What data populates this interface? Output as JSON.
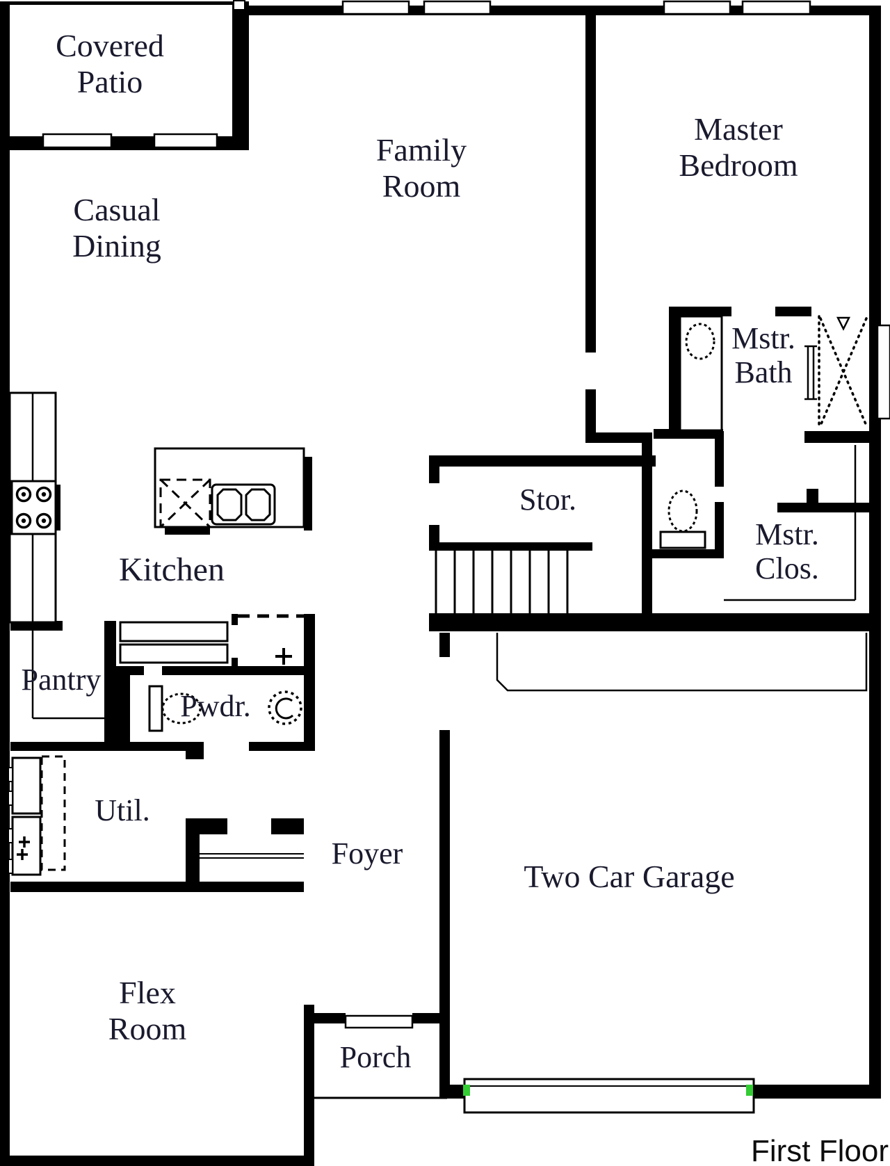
{
  "plan": {
    "title": "First Floor",
    "rooms": {
      "covered_patio": {
        "line1": "Covered",
        "line2": "Patio"
      },
      "casual_dining": {
        "line1": "Casual",
        "line2": "Dining"
      },
      "family_room": {
        "line1": "Family",
        "line2": "Room"
      },
      "master_bedroom": {
        "line1": "Master",
        "line2": "Bedroom"
      },
      "master_bath": {
        "line1": "Mstr.",
        "line2": "Bath"
      },
      "storage": {
        "line1": "Stor."
      },
      "master_closet": {
        "line1": "Mstr.",
        "line2": "Clos."
      },
      "kitchen": {
        "line1": "Kitchen"
      },
      "pantry": {
        "line1": "Pantry"
      },
      "powder": {
        "line1": "Pwdr."
      },
      "utility": {
        "line1": "Util."
      },
      "foyer": {
        "line1": "Foyer"
      },
      "garage": {
        "line1": "Two Car Garage"
      },
      "flex_room": {
        "line1": "Flex",
        "line2": "Room"
      },
      "porch": {
        "line1": "Porch"
      }
    },
    "colors": {
      "wall": "#000000",
      "label_text": "#1a1a2e",
      "background": "#ffffff",
      "garage_door_accent": "#33cc33"
    },
    "fixtures": [
      "cooktop-icon",
      "kitchen-double-sink-icon",
      "island-prep-sink-icon",
      "bench-lockers-icon",
      "powder-toilet-icon",
      "pedestal-sink-icon",
      "washer-icon",
      "dryer-icon",
      "laundry-hookups-icon",
      "coat-closet-shelf-icon",
      "master-vanity-sink-icon",
      "master-toilet-icon",
      "shower-icon",
      "closet-shelving-icon",
      "stairs-icon",
      "garage-door-icon",
      "front-door-icon",
      "window-icon"
    ]
  }
}
